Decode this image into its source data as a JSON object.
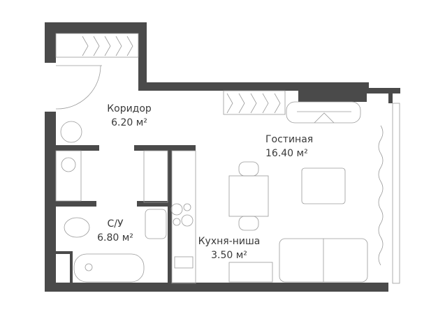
{
  "rooms": [
    {
      "name": "Коридор",
      "area": "6.20 м²"
    },
    {
      "name": "Гостиная",
      "area": "16.40 м²"
    },
    {
      "name": "С/У",
      "area": "6.80 м²"
    },
    {
      "name": "Кухня-ниша",
      "area": "3.50 м²"
    }
  ],
  "colors": {
    "wall": "#4a4a4a",
    "furniture": "#9a9a9a",
    "text": "#3a3a3a"
  }
}
